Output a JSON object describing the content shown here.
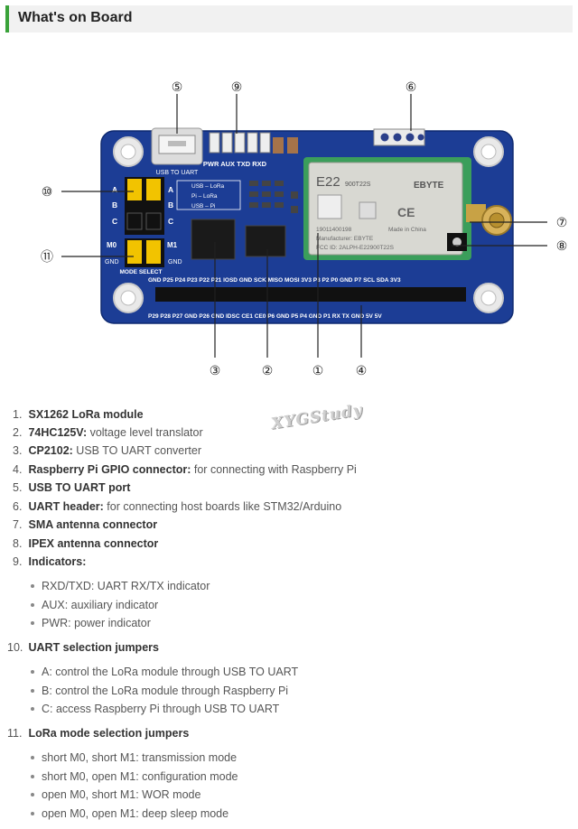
{
  "page_title": "What's on Board",
  "watermark": "XYGStudy",
  "board": {
    "chip_label": "E22",
    "chip_model": "900T22S",
    "chip_brand": "EBYTE",
    "chip_made": "Made in China",
    "chip_manufacturer": "Manufacturer: EBYTE",
    "chip_id": "FCC ID: 2ALPH-E22900T22S",
    "chip_serial": "19011400198",
    "usb_to_uart_label": "USB TO UART",
    "indicator_labels": "PWR AUX TXD RXD",
    "jumper_a": "A",
    "jumper_b": "B",
    "jumper_c": "C",
    "mode_m0": "M0",
    "mode_m1": "M1",
    "mode_gnd_left": "GND",
    "mode_gnd_right": "GND",
    "mode_select": "MODE SELECT",
    "route_a": "USB – LoRa",
    "route_b": "Pi – LoRa",
    "route_c": "USB – Pi",
    "pins_top": "GND P25 P24 P23 P22 P21 IOSD GND SCK MISO MOSI 3V3 P3 P2 P0 GND P7 SCL SDA 3V3",
    "pins_bottom": "P29 P28 P27 GND P26 GND IDSC CE1 CE0 P6 GND P5 P4 GND P1 RX TX GND 5V 5V"
  },
  "callouts": [
    "①",
    "②",
    "③",
    "④",
    "⑤",
    "⑥",
    "⑦",
    "⑧",
    "⑨",
    "⑩",
    "⑪"
  ],
  "items": [
    {
      "num": "1.",
      "bold": "SX1262 LoRa module",
      "desc": ""
    },
    {
      "num": "2.",
      "bold": "74HC125V:",
      "desc": " voltage level translator"
    },
    {
      "num": "3.",
      "bold": "CP2102:",
      "desc": " USB TO UART converter"
    },
    {
      "num": "4.",
      "bold": "Raspberry Pi GPIO connector:",
      "desc": " for connecting with Raspberry Pi"
    },
    {
      "num": "5.",
      "bold": "USB TO UART port",
      "desc": ""
    },
    {
      "num": "6.",
      "bold": "UART header:",
      "desc": " for connecting host boards like STM32/Arduino"
    },
    {
      "num": "7.",
      "bold": "SMA antenna connector",
      "desc": ""
    },
    {
      "num": "8.",
      "bold": "IPEX antenna connector",
      "desc": ""
    },
    {
      "num": "9.",
      "bold": "Indicators:",
      "desc": ""
    },
    {
      "num": "10.",
      "bold": "UART selection jumpers",
      "desc": ""
    },
    {
      "num": "11.",
      "bold": "LoRa mode selection jumpers",
      "desc": ""
    }
  ],
  "sub9": [
    "RXD/TXD: UART RX/TX indicator",
    "AUX: auxiliary indicator",
    "PWR: power indicator"
  ],
  "sub10": [
    "A: control the LoRa module through USB TO UART",
    "B: control the LoRa module through Raspberry Pi",
    "C: access Raspberry Pi through USB TO UART"
  ],
  "sub11": [
    "short M0, short M1: transmission mode",
    "short M0, open M1: configuration mode",
    "open M0, short M1: WOR mode",
    "open M0, open M1: deep sleep mode"
  ]
}
